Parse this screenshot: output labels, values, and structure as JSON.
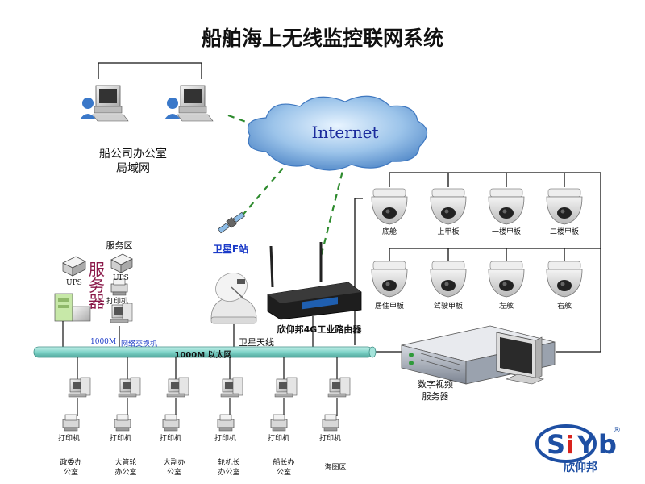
{
  "title": "船舶海上无线监控联网系统",
  "office": {
    "line1": "船公司办公室",
    "line2": "局域网"
  },
  "internet_label": "Internet",
  "satellite_station_label": "卫星F站",
  "satellite_antenna_label": "卫星天线",
  "router_label": "欣仰邦4G工业路由器",
  "service_area": {
    "title": "服务区",
    "big_label": "服务器",
    "ups_label": "UPS",
    "ups_label_2": "UPS",
    "printer_label": "打印机"
  },
  "lan": {
    "speed_label": "1000M",
    "switch_label": "网络交换机",
    "bus_label": "1000M 以太网"
  },
  "cameras_row1": [
    "底舱",
    "上甲板",
    "一楼甲板",
    "二楼甲板"
  ],
  "cameras_row2": [
    "居住甲板",
    "驾驶甲板",
    "左舷",
    "右舷"
  ],
  "video_server": {
    "line1": "数字视频",
    "line2": "服务器"
  },
  "departments": [
    {
      "printer": "打印机",
      "name1": "政委办",
      "name2": "公室"
    },
    {
      "printer": "打印机",
      "name1": "大管轮",
      "name2": "办公室"
    },
    {
      "printer": "打印机",
      "name1": "大副办",
      "name2": "公室"
    },
    {
      "printer": "打印机",
      "name1": "轮机长",
      "name2": "办公室"
    },
    {
      "printer": "打印机",
      "name1": "船长办",
      "name2": "公室"
    },
    {
      "printer": "打印机",
      "name1": "海图区",
      "name2": ""
    }
  ],
  "logo": {
    "brand": "SIYB",
    "name": "欣仰邦",
    "mark": "®"
  },
  "colors": {
    "cloud": "#6fa3d8",
    "bus": "#7fd3c8",
    "dashed_link": "#2e8b2e",
    "accent_red": "#d9231d",
    "logo_blue": "#1e4fa3"
  }
}
